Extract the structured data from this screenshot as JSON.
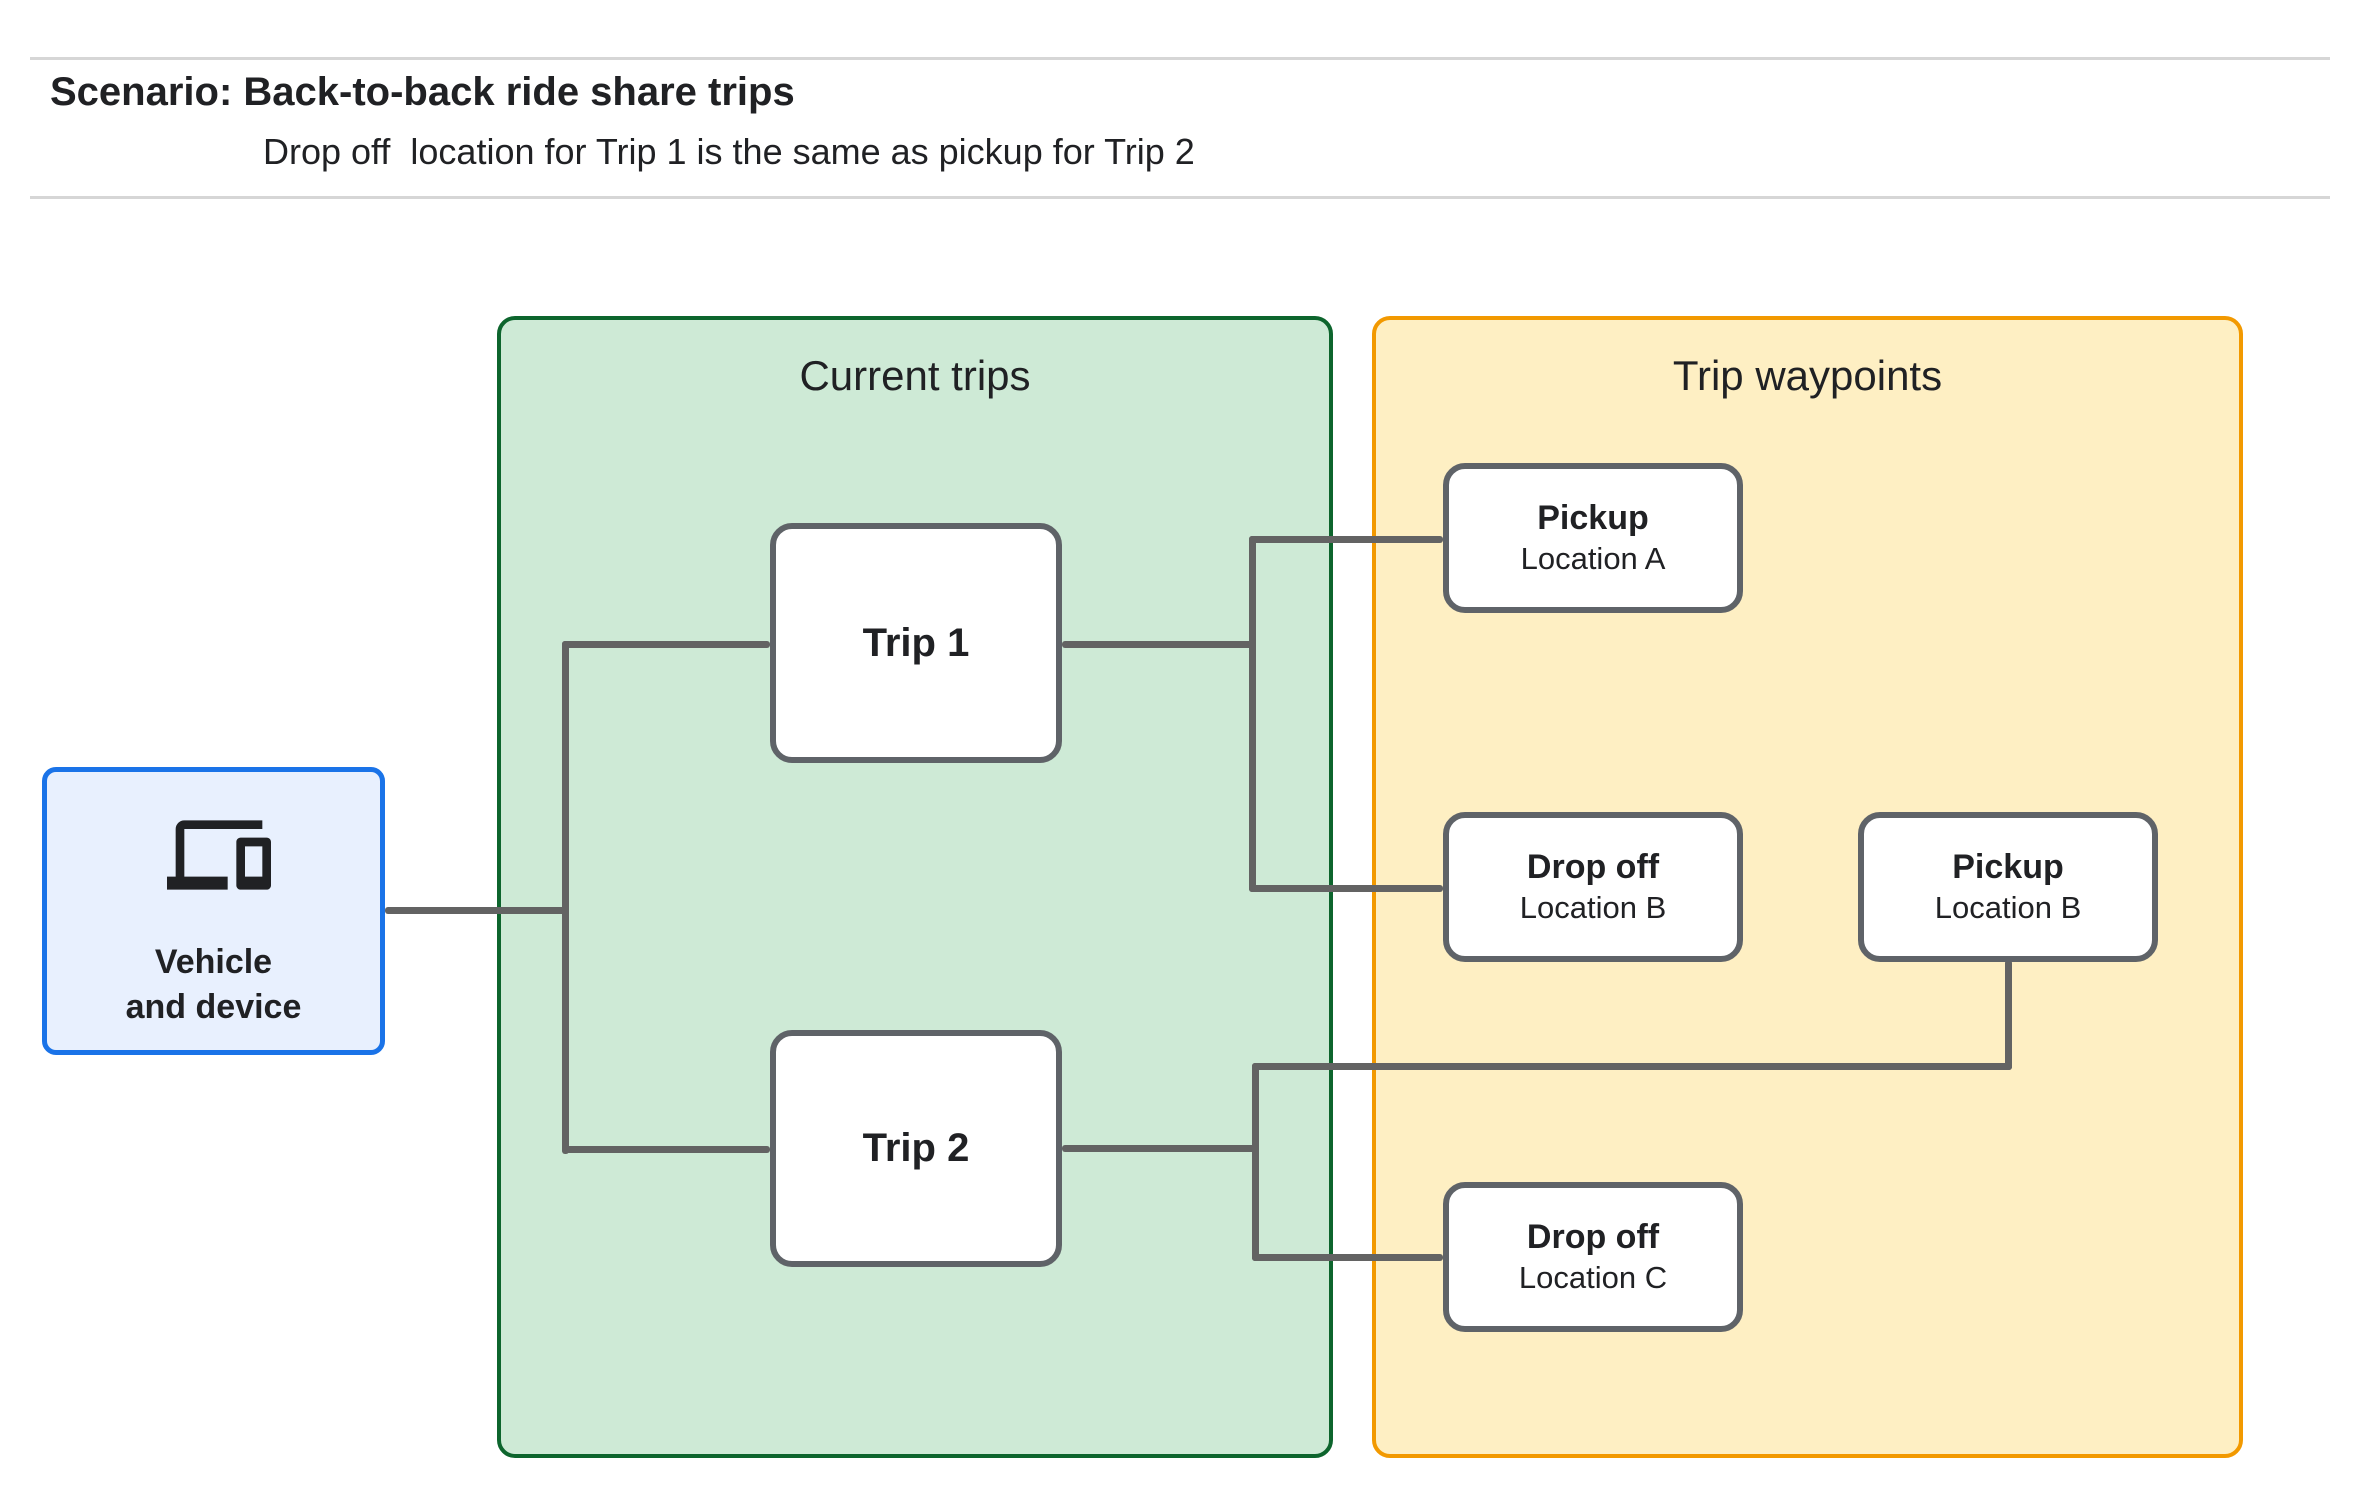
{
  "header": {
    "title": "Scenario: Back-to-back ride share trips",
    "subtitle": "Drop off  location for Trip 1 is the same as pickup for Trip 2"
  },
  "vehicle_node": {
    "icon": "devices-icon",
    "label": "Vehicle\nand device"
  },
  "groups": {
    "current_trips": {
      "title": "Current trips"
    },
    "trip_waypoints": {
      "title": "Trip waypoints"
    }
  },
  "trips": [
    {
      "label": "Trip 1"
    },
    {
      "label": "Trip 2"
    }
  ],
  "waypoints": [
    {
      "type": "Pickup",
      "location": "Location A"
    },
    {
      "type": "Drop off",
      "location": "Location B"
    },
    {
      "type": "Pickup",
      "location": "Location B"
    },
    {
      "type": "Drop off",
      "location": "Location C"
    }
  ],
  "colors": {
    "vehicle_border": "#1a73e8",
    "vehicle_fill": "#e8f0fe",
    "trips_border": "#0d652d",
    "trips_fill": "#ceead6",
    "waypoints_border": "#f29900",
    "waypoints_fill": "#feefc3",
    "connector": "#636363",
    "node_border": "#5f6368",
    "text": "#202124",
    "divider": "#d6d6d6"
  }
}
